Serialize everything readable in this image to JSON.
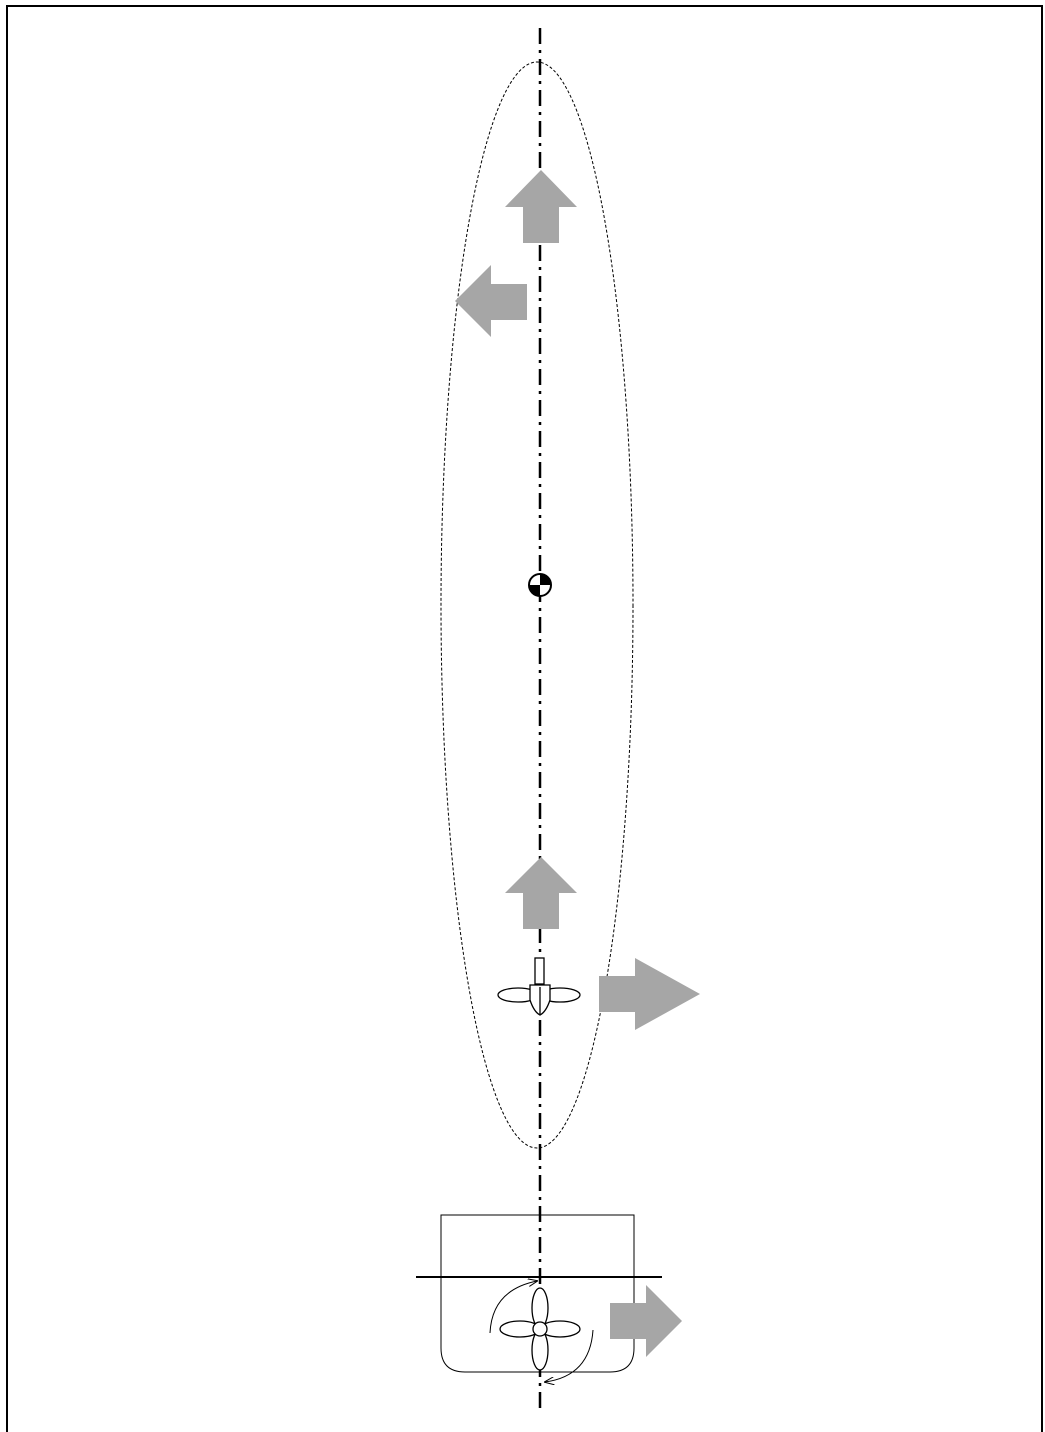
{
  "diagram": {
    "colors": {
      "line": "#000000",
      "arrow_fill": "#a6a6a6",
      "background": "#ffffff"
    },
    "arrow_directions": {
      "bow_forward": "up",
      "bow_lateral": "left",
      "stern_forward": "up",
      "stern_lateral": "right",
      "section_lateral": "right"
    },
    "icons": [
      "center-of-gravity-icon",
      "propeller-top-view-icon",
      "propeller-front-view-icon",
      "rotation-arrow-icon"
    ]
  }
}
